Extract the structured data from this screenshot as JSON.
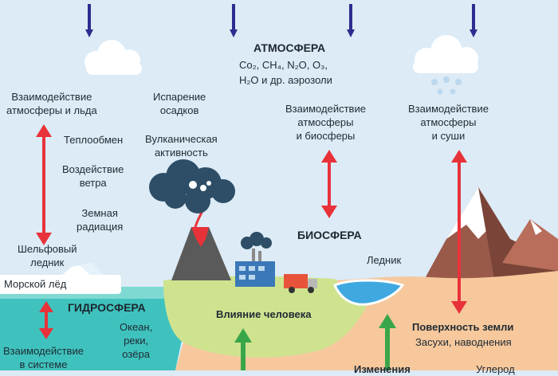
{
  "atmosphere": {
    "title": "АТМОСФЕРА",
    "gases_line1": "Co₂, CH₄, N₂O, O₃,",
    "gases_line2": "H₂O и др. аэрозоли"
  },
  "labels": {
    "atm_ice": "Взаимодействие\nатмосферы и льда",
    "evaporation": "Испарение\nосадков",
    "atm_bio": "Взаимодействие\nатмосферы\nи биосферы",
    "atm_land": "Взаимодействие\nатмосферы\nи суши",
    "heat_exchange": "Теплообмен",
    "wind": "Воздействие\nветра",
    "volcanic": "Вулканическая\nактивность",
    "radiation": "Земная\nрадиация",
    "shelf_glacier": "Шельфовый\nледник",
    "sea_ice": "Морской лёд",
    "biosphere": "БИОСФЕРА",
    "glacier": "Ледник",
    "hydrosphere": "ГИДРОСФЕРА",
    "ocean": "Океан,\nреки,\nозёра",
    "human_influence": "Влияние человека",
    "earth_surface": "Поверхность земли",
    "droughts": "Засухи, наводнения",
    "hydro_interaction": "Взаимодействие\nв системе",
    "changes": "Изменения",
    "carbon": "Углерод"
  },
  "colors": {
    "sky": "#dcebf6",
    "ocean": "#3fc2bd",
    "land": "#cfe38f",
    "soil": "#f6c89c",
    "arrow_blue": "#2b2d8f",
    "arrow_red": "#e8323a",
    "arrow_green": "#3aa64a"
  }
}
